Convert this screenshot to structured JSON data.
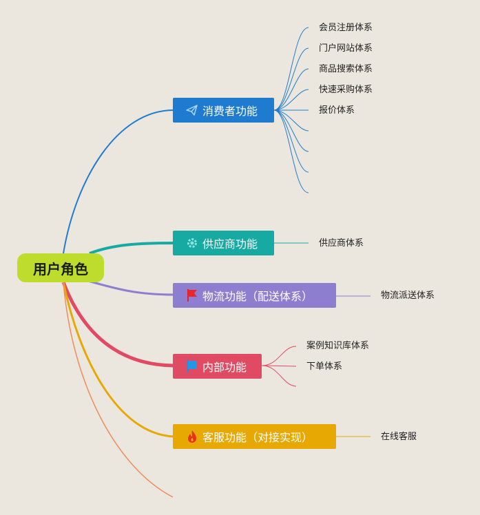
{
  "root": {
    "label": "用户角色",
    "color": "#bddc2c"
  },
  "branches": [
    {
      "id": "consumer",
      "label": "消费者功能",
      "icon": "paper-plane-icon",
      "color": "#1e7bd0",
      "leaves": [
        "会员注册体系",
        "门户网站体系",
        "商品搜索体系",
        "快速采购体系",
        "报价体系"
      ],
      "empty_leaves": 4
    },
    {
      "id": "supplier",
      "label": "供应商功能",
      "icon": "gear-icon",
      "color": "#17aaa2",
      "leaves": [
        "供应商体系"
      ]
    },
    {
      "id": "logistics",
      "label": "物流功能（配送体系）",
      "icon": "red-flag-icon",
      "color": "#8d7ed0",
      "leaves": [
        "物流派送体系"
      ]
    },
    {
      "id": "internal",
      "label": "内部功能",
      "icon": "blue-flag-icon",
      "color": "#e04b63",
      "leaves": [
        "案例知识库体系",
        "下单体系"
      ],
      "empty_leaves": 1
    },
    {
      "id": "service",
      "label": "客服功能（对接实现）",
      "icon": "fire-icon",
      "color": "#e8a803",
      "leaves": [
        "在线客服"
      ]
    }
  ],
  "extra_branch_color": "#f08c5a"
}
